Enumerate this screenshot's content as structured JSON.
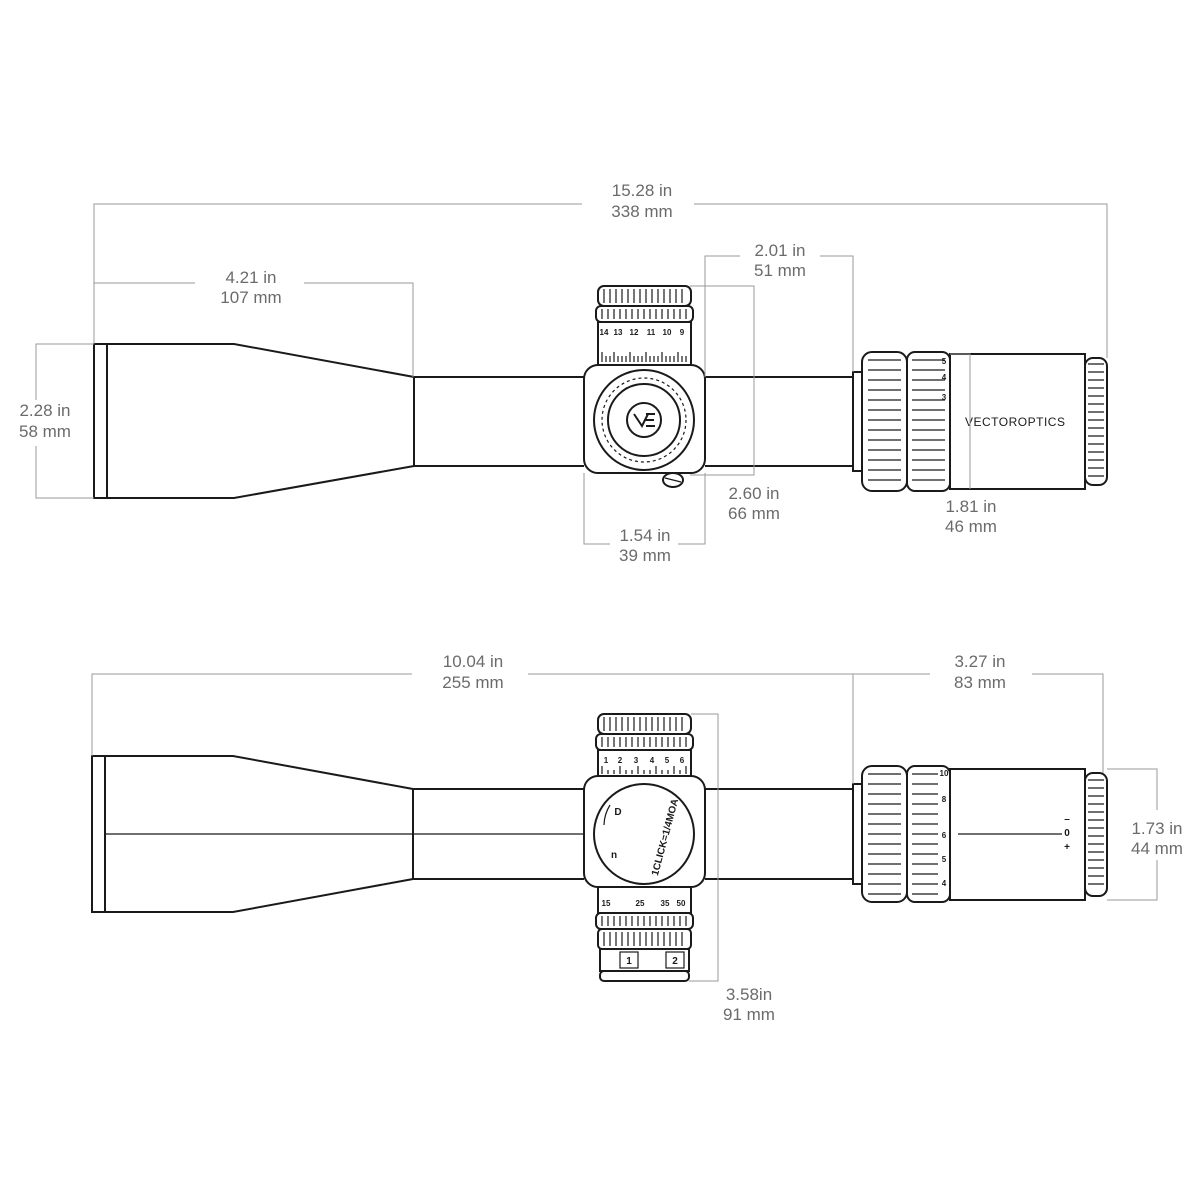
{
  "top_view": {
    "dimensions": {
      "overall_length": {
        "in": "15.28 in",
        "mm": "338 mm"
      },
      "objective_to_tube": {
        "in": "4.21 in",
        "mm": "107 mm"
      },
      "turret_to_eyepiece": {
        "in": "2.01 in",
        "mm": "51 mm"
      },
      "objective_diameter": {
        "in": "2.28 in",
        "mm": "58 mm"
      },
      "turret_height": {
        "in": "2.60 in",
        "mm": "66 mm"
      },
      "turret_width": {
        "in": "1.54 in",
        "mm": "39 mm"
      },
      "eyepiece_diameter": {
        "in": "1.81 in",
        "mm": "46 mm"
      }
    },
    "elevation_scale": [
      "14",
      "13",
      "12",
      "11",
      "10",
      "9"
    ],
    "magnification_scale": [
      "5",
      "4",
      "3"
    ],
    "brand_text": "VECTOROPTICS"
  },
  "side_view": {
    "dimensions": {
      "objective_to_eyepiece": {
        "in": "10.04 in",
        "mm": "255 mm"
      },
      "eyepiece_length": {
        "in": "3.27 in",
        "mm": "83 mm"
      },
      "eyepiece_diameter": {
        "in": "1.73 in",
        "mm": "44 mm"
      },
      "turret_total_height": {
        "in": "3.58in",
        "mm": "91 mm"
      }
    },
    "windage_scale": [
      "1",
      "2",
      "3",
      "4",
      "5",
      "6"
    ],
    "parallax_scale": [
      "15",
      "25",
      "35",
      "50"
    ],
    "magnification_scale": [
      "10",
      "8",
      "6",
      "5",
      "4"
    ],
    "windage_dial_text": "1CLICK=1/4MOA",
    "windage_letters": [
      "D",
      "n"
    ],
    "diopter_marks": [
      "+",
      "0",
      "–"
    ],
    "illumination_buttons": [
      "1",
      "2"
    ]
  }
}
